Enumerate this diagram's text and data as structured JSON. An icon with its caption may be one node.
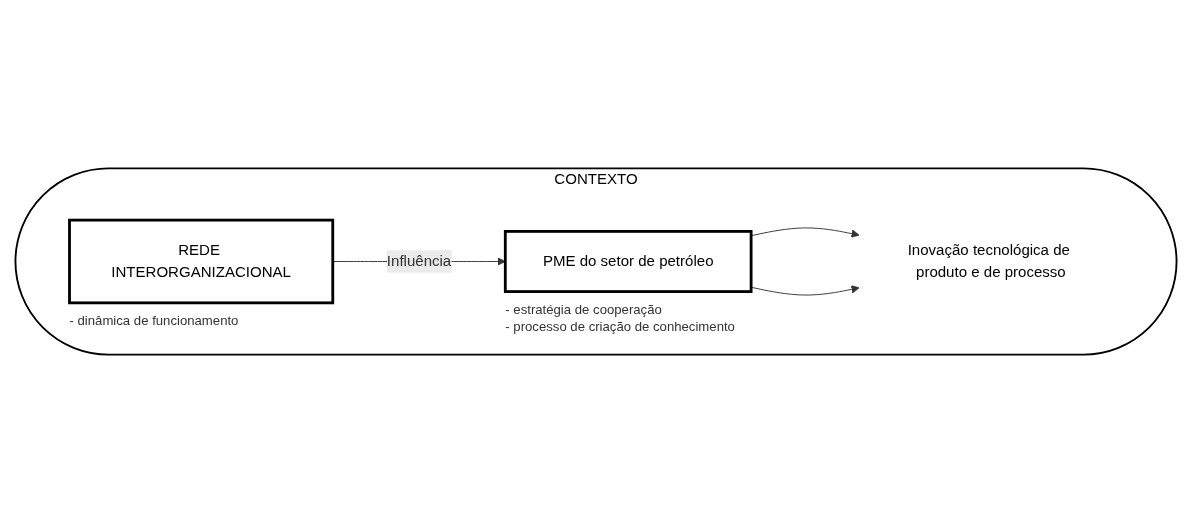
{
  "diagram": {
    "nodes": [
      {
        "text": [
          "CONTEXTO"
        ]
      },
      {
        "text": [
          "REDE INTERORGANIZACIONAL"
        ],
        "in": 0,
        "beside": [
          "- dinâmica de funcionamento"
        ]
      },
      {
        "text": [
          "PME do setor de petróleo"
        ],
        "in": 0,
        "beside": [
          "- estratégia de cooperação",
          "- processo de criação de conhecimento"
        ]
      },
      {
        "text": [
          "Inovação tecnológica de produto e de processo"
        ],
        "in": 0
      }
    ],
    "edges": [
      {
        "from": 1,
        "to": 2,
        "arrow": "to",
        "label": "Influência"
      },
      {
        "from": 2,
        "to": 3,
        "arrow": "to"
      },
      {
        "from": 2,
        "to": 3,
        "arrow": "to"
      }
    ]
  }
}
